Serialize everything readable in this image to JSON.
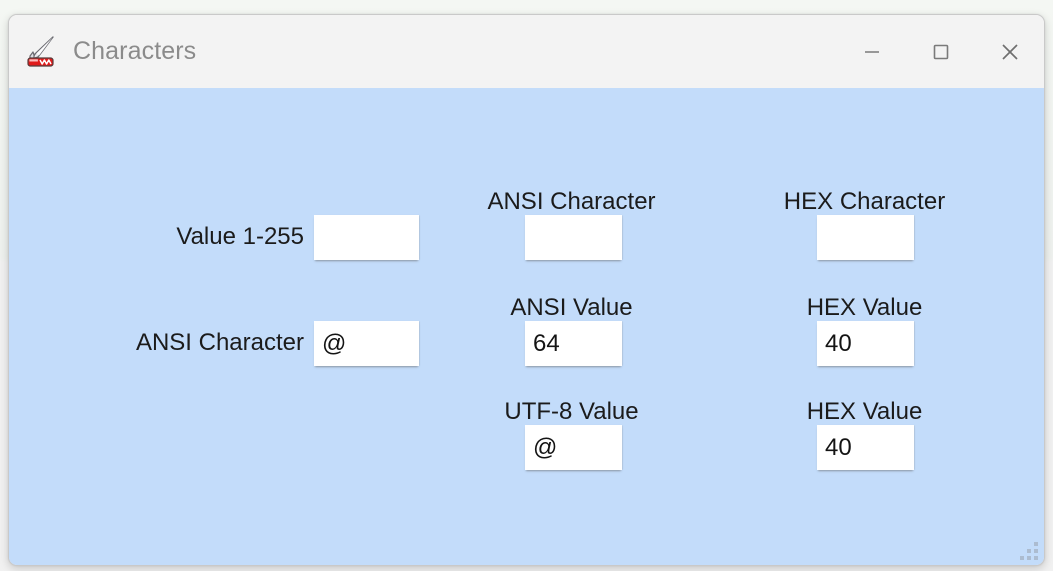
{
  "window": {
    "title": "Characters",
    "icon": "swiss-army-knife-icon",
    "client_background": "#c3dcfa",
    "titlebar_background": "#f3f3f3",
    "controls": {
      "minimize": "minimize-icon",
      "maximize": "maximize-icon",
      "close": "close-icon"
    }
  },
  "form": {
    "fields": [
      {
        "key": "value_1_255",
        "label": "Value 1-255",
        "label_align": "right",
        "value": "",
        "placeholder": ""
      },
      {
        "key": "ansi_character_top",
        "label": "ANSI Character",
        "label_align": "center",
        "value": "",
        "placeholder": ""
      },
      {
        "key": "hex_character",
        "label": "HEX Character",
        "label_align": "center",
        "value": "",
        "placeholder": ""
      },
      {
        "key": "ansi_character",
        "label": "ANSI Character",
        "label_align": "right",
        "value": "@",
        "placeholder": ""
      },
      {
        "key": "ansi_value",
        "label": "ANSI Value",
        "label_align": "center",
        "value": "64",
        "placeholder": ""
      },
      {
        "key": "hex_value_ansi",
        "label": "HEX Value",
        "label_align": "center",
        "value": "40",
        "placeholder": ""
      },
      {
        "key": "utf8_value",
        "label": "UTF-8 Value",
        "label_align": "center",
        "value": "@",
        "placeholder": ""
      },
      {
        "key": "hex_value_utf8",
        "label": "HEX Value",
        "label_align": "center",
        "value": "40",
        "placeholder": ""
      }
    ]
  },
  "status": {
    "resize_grip": "resize-grip"
  }
}
